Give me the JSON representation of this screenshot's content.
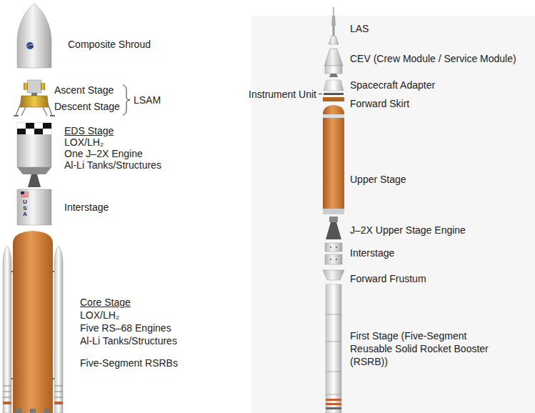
{
  "diagram": {
    "labels": [
      "Composite Shroud",
      "Ascent Stage",
      "Descent Stage",
      "LSAM",
      "EDS Stage",
      "LOX/LH₂",
      "One J–2X Engine",
      "Al-Li Tanks/Structures",
      "USA",
      "Interstage",
      "Core Stage",
      "LOX/LH₂",
      "Five RS–68 Engines",
      "Al-Li Tanks/Structures",
      "Five-Segment RSRBs",
      "LAS",
      "CEV (Crew Module / Service Module)",
      "Instrument Unit",
      "Spacecraft Adapter",
      "Forward Skirt",
      "Upper Stage",
      "J–2X Upper Stage Engine",
      "Interstage",
      "Forward Frustum",
      "First Stage (Five-Segment Reusable Solid Rocket Booster (RSRB))"
    ]
  }
}
